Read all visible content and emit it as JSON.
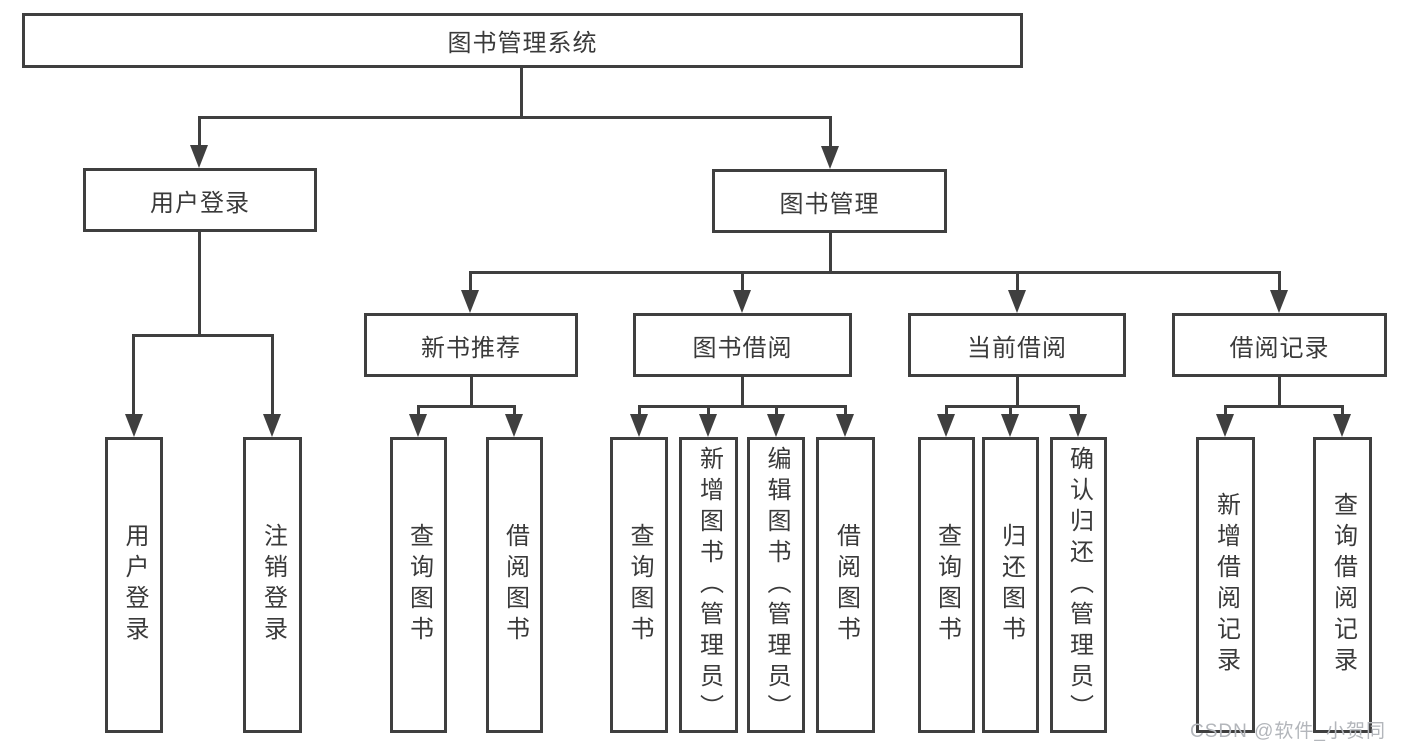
{
  "colors": {
    "background": "#ffffff",
    "line": "#3f3f3f",
    "text": "#3a3a3a",
    "watermark_text": "#b3b6bb"
  },
  "watermark": {
    "text": "CSDN @软件_小贺同学"
  },
  "tree": {
    "root_label": "图书管理系统",
    "children": [
      {
        "label": "用户登录",
        "children": [
          {
            "label": "用户登录"
          },
          {
            "label": "注销登录"
          }
        ]
      },
      {
        "label": "图书管理",
        "children": [
          {
            "label": "新书推荐",
            "children": [
              {
                "label": "查询图书"
              },
              {
                "label": "借阅图书"
              }
            ]
          },
          {
            "label": "图书借阅",
            "children": [
              {
                "label": "查询图书"
              },
              {
                "label": "新增图书（管理员）"
              },
              {
                "label": "编辑图书（管理员）"
              },
              {
                "label": "借阅图书"
              }
            ]
          },
          {
            "label": "当前借阅",
            "children": [
              {
                "label": "查询图书"
              },
              {
                "label": "归还图书"
              },
              {
                "label": "确认归还（管理员）"
              }
            ]
          },
          {
            "label": "借阅记录",
            "children": [
              {
                "label": "新增借阅记录"
              },
              {
                "label": "查询借阅记录"
              }
            ]
          }
        ]
      }
    ]
  }
}
